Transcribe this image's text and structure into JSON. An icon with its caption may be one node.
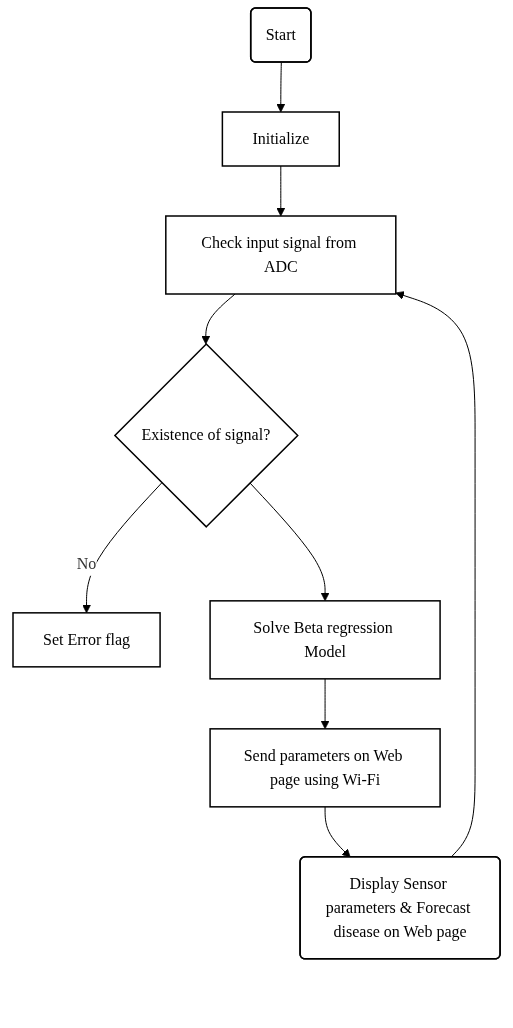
{
  "diagram": {
    "nodes": [
      {
        "text": [
          "Start"
        ]
      },
      {
        "text": [
          "Initialize"
        ]
      },
      {
        "text": [
          "Check input signal from ADC"
        ]
      },
      {
        "text": [
          "Existence of signal?"
        ]
      },
      {
        "text": [
          "Set Error flag"
        ]
      },
      {
        "text": [
          "Solve Beta regression Model"
        ]
      },
      {
        "text": [
          "Send parameters on Web page using Wi-Fi"
        ]
      },
      {
        "text": [
          "Display Sensor parameters & Forecast disease on Web page"
        ]
      }
    ],
    "edges": [
      {
        "from": 0,
        "to": 1,
        "arrow": "to"
      },
      {
        "from": 1,
        "to": 2,
        "arrow": "to"
      },
      {
        "from": 2,
        "to": 3,
        "arrow": "to"
      },
      {
        "from": 3,
        "to": 4,
        "arrow": "to",
        "label": "No"
      },
      {
        "from": 3,
        "to": 5,
        "arrow": "to"
      },
      {
        "from": 5,
        "to": 6,
        "arrow": "to"
      },
      {
        "from": 6,
        "to": 7,
        "arrow": "to"
      },
      {
        "from": 7,
        "to": 2,
        "arrow": "to"
      }
    ]
  }
}
